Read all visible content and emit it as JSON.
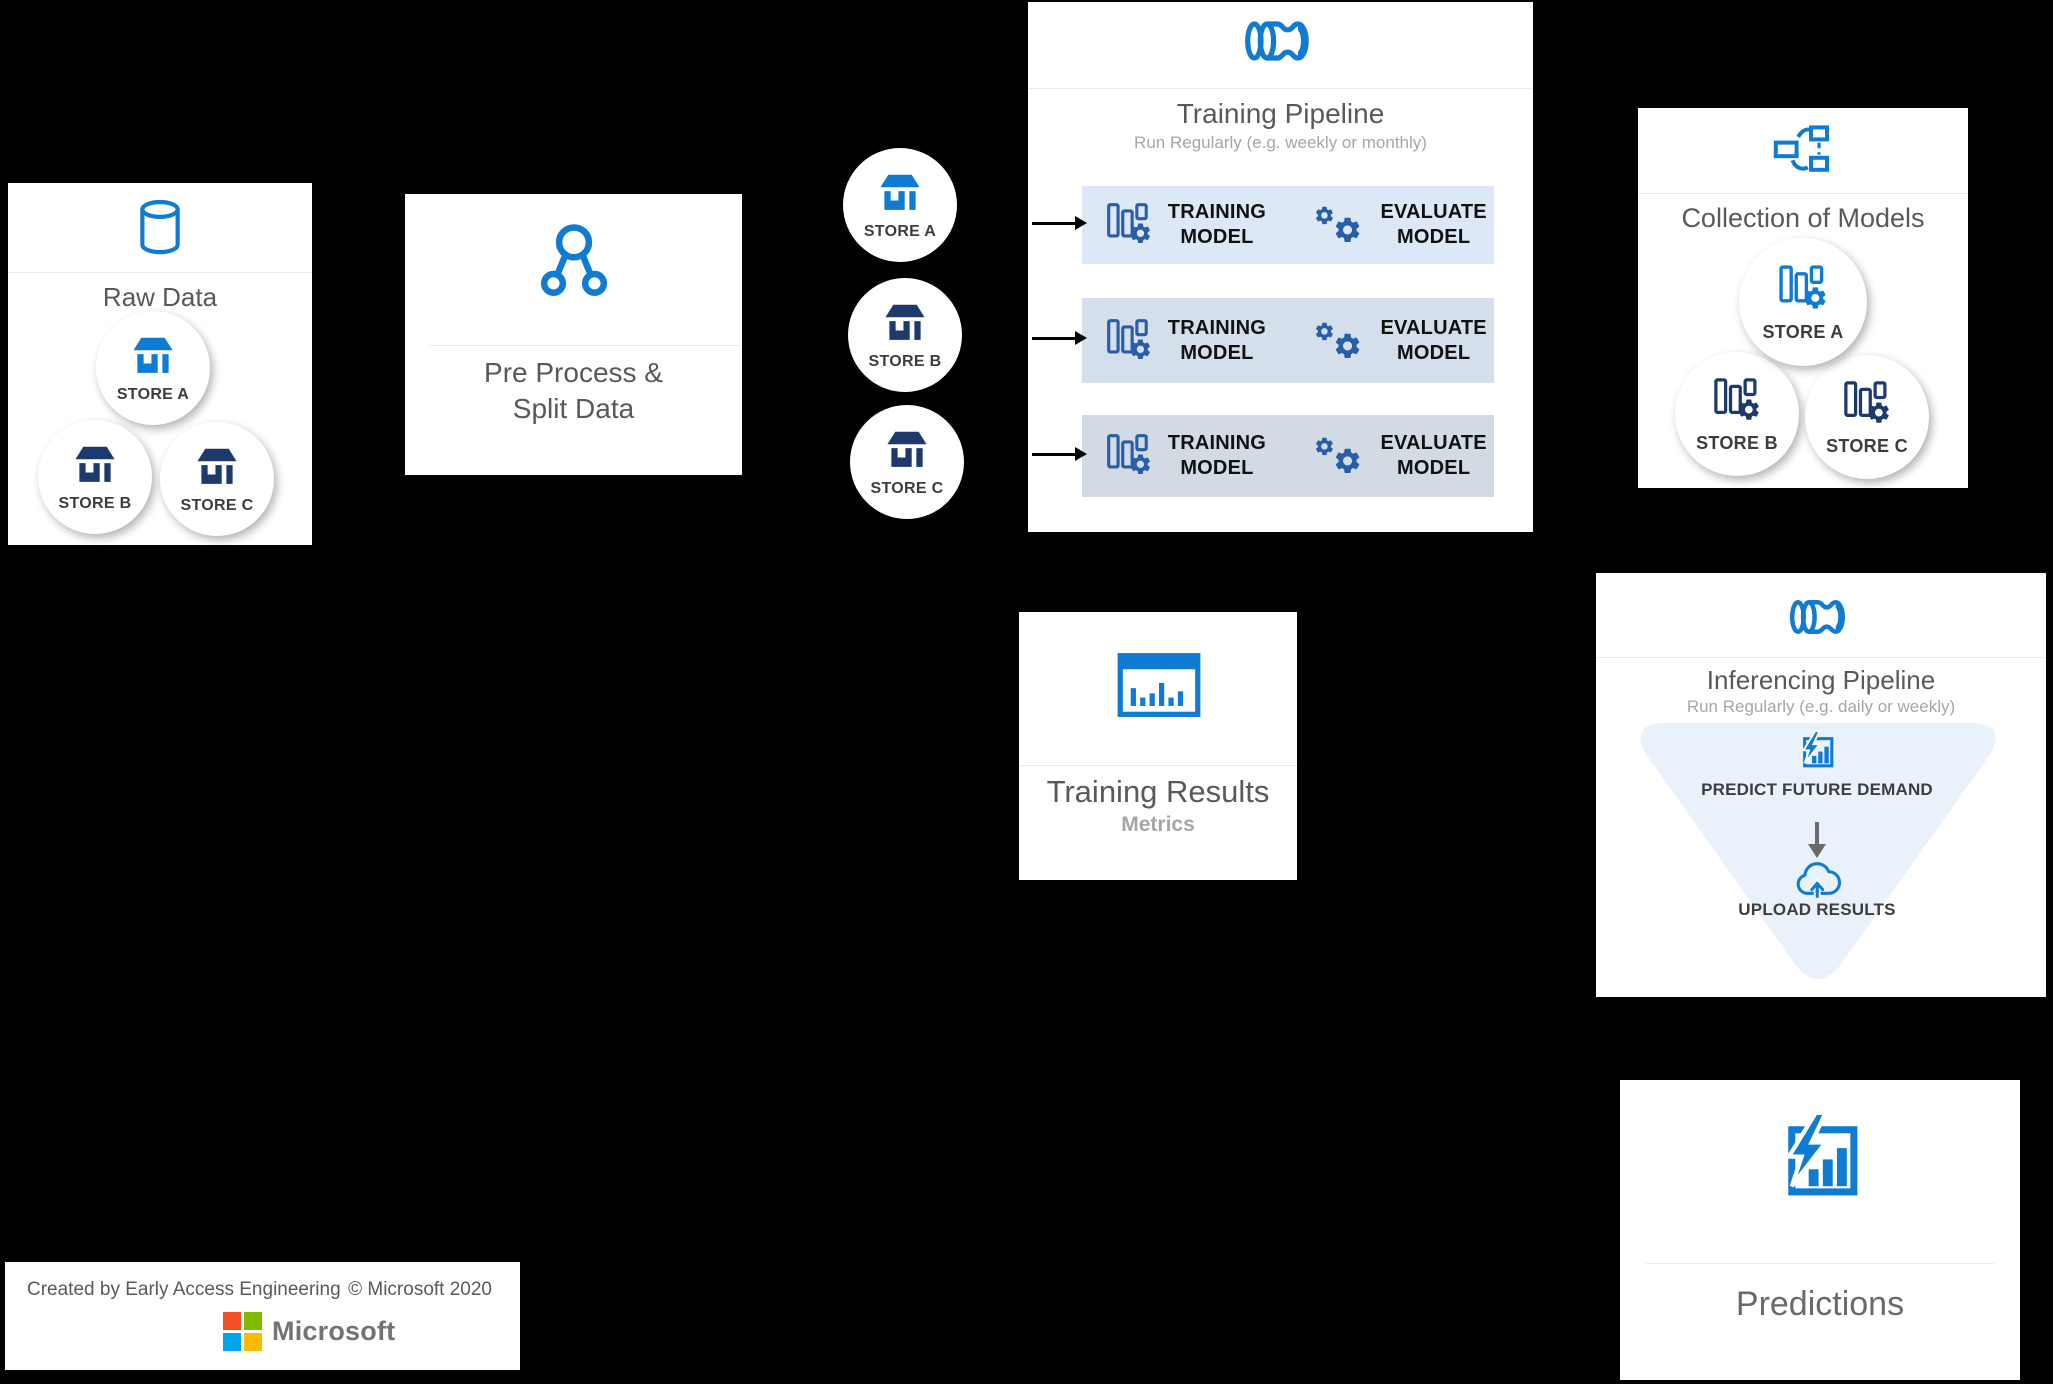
{
  "theme": {
    "accent": "#0f7bd3",
    "navy": "#1e3a6d",
    "model_blue": "#2a5da8",
    "title_gray": "#595959",
    "muted_gray": "#a6a6a6",
    "label_dark": "#3d3d3d",
    "row1_bg": "#dce8f5",
    "row2_bg": "#d5dfec",
    "row3_bg": "#d2dbe4",
    "triangle_bg": "#e9f2fa",
    "panel_bg": "#ffffff",
    "canvas_bg": "#000000",
    "arrow_black": "#000000",
    "ms_red": "#f25022",
    "ms_green": "#7fba00",
    "ms_blue": "#00a4ef",
    "ms_yellow": "#ffb900"
  },
  "icons": {
    "raw_data": "database-icon",
    "store": "storefront-icon",
    "preprocess": "split-icon",
    "pipeline": "pipeline-icon",
    "model": "model-gear-icon",
    "evaluate": "double-gears-icon",
    "collection": "collection-of-models-icon",
    "results": "chart-window-icon",
    "predict": "lightning-chart-icon",
    "upload": "cloud-upload-icon",
    "brand": "microsoft-logo"
  },
  "raw_data": {
    "title": "Raw Data",
    "stores": [
      {
        "label": "STORE A"
      },
      {
        "label": "STORE B"
      },
      {
        "label": "STORE C"
      }
    ]
  },
  "preprocess": {
    "lines": [
      "Pre Process &",
      "Split Data"
    ]
  },
  "source_stores": [
    {
      "label": "STORE A"
    },
    {
      "label": "STORE B"
    },
    {
      "label": "STORE C"
    }
  ],
  "training_pipeline": {
    "title": "Training Pipeline",
    "subtitle": "Run Regularly (e.g. weekly or monthly)",
    "rows": [
      {
        "train_label": "TRAINING MODEL",
        "eval_label": "EVALUATE MODEL"
      },
      {
        "train_label": "TRAINING MODEL",
        "eval_label": "EVALUATE MODEL"
      },
      {
        "train_label": "TRAINING MODEL",
        "eval_label": "EVALUATE MODEL"
      }
    ]
  },
  "collection": {
    "title": "Collection of Models",
    "stores": [
      {
        "label": "STORE A"
      },
      {
        "label": "STORE B"
      },
      {
        "label": "STORE C"
      }
    ]
  },
  "training_results": {
    "title": "Training Results",
    "subtitle": "Metrics"
  },
  "inferencing": {
    "title": "Inferencing Pipeline",
    "subtitle": "Run Regularly (e.g. daily or weekly)",
    "steps": [
      {
        "label": "PREDICT FUTURE DEMAND"
      },
      {
        "label": "UPLOAD RESULTS"
      }
    ]
  },
  "predictions": {
    "title": "Predictions"
  },
  "footer": {
    "credit": "Created by Early Access Engineering",
    "copyright": "© Microsoft 2020",
    "brand": "Microsoft"
  }
}
